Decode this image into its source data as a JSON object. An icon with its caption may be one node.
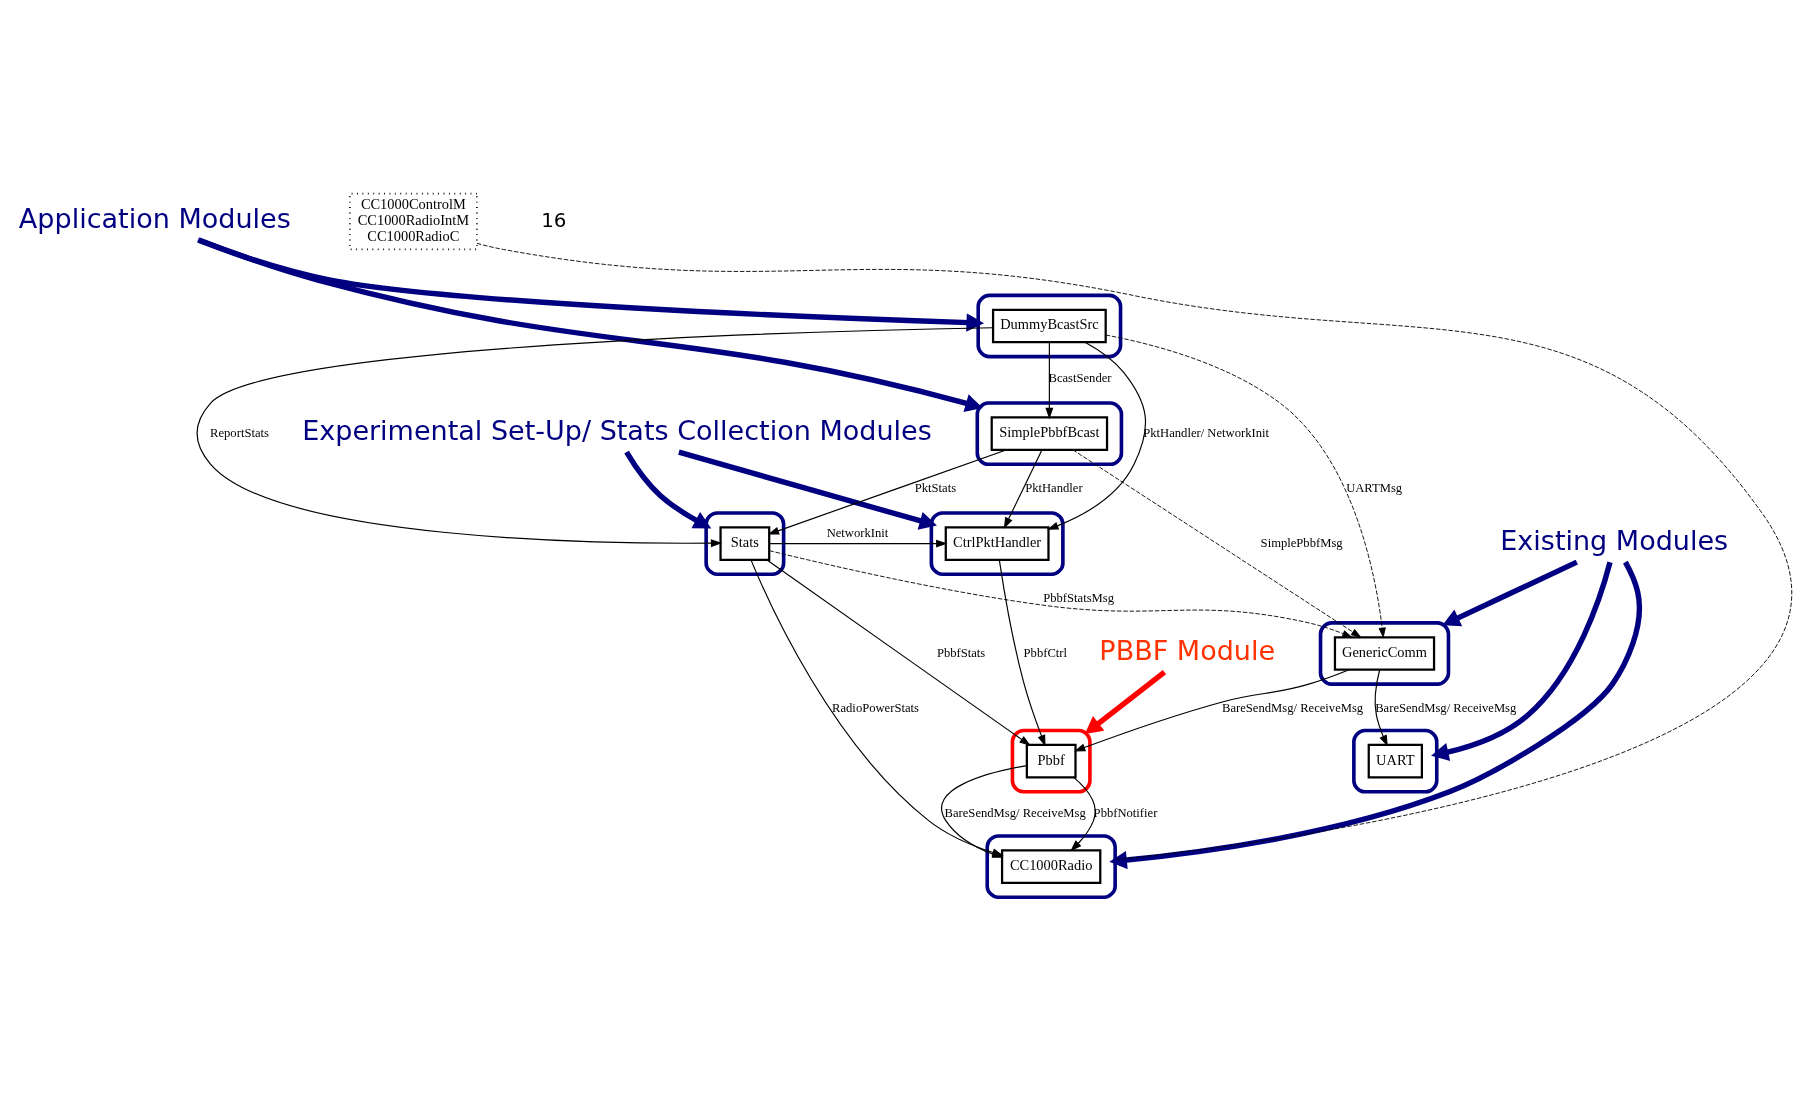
{
  "diagram": {
    "nodes": [
      {
        "text": [
          "Application Modules"
        ]
      },
      {
        "text": [
          "Experimental Set-Up/ Stats Collection Modules"
        ]
      },
      {
        "text": [
          "Existing Modules"
        ]
      },
      {
        "text": [
          "PBBF Module"
        ]
      },
      {
        "text": [],
        "shape": "ellipse"
      },
      {
        "text": [
          "DummyBcastSrc"
        ],
        "in": 4
      },
      {
        "text": [],
        "shape": "ellipse"
      },
      {
        "text": [
          "SimplePbbfBcast"
        ],
        "in": 6
      },
      {
        "text": [],
        "shape": "ellipse"
      },
      {
        "text": [
          "CtrlPktHandler"
        ],
        "in": 8
      },
      {
        "text": [],
        "shape": "ellipse"
      },
      {
        "text": [
          "Stats"
        ],
        "in": 10
      },
      {
        "text": [],
        "shape": "ellipse"
      },
      {
        "text": [
          "GenericComm"
        ],
        "in": 12
      },
      {
        "text": [],
        "shape": "ellipse"
      },
      {
        "text": [
          "UART"
        ],
        "in": 14
      },
      {
        "text": [],
        "shape": "ellipse"
      },
      {
        "text": [
          "Pbbf"
        ],
        "in": 16
      },
      {
        "text": [],
        "shape": "ellipse"
      },
      {
        "text": [
          "CC1000Radio"
        ],
        "in": 18
      },
      {
        "text": [
          "CC1000ControlM",
          "CC1000RadioIntM",
          "CC1000RadioC"
        ]
      }
    ],
    "edges": [
      {
        "from": 0,
        "to": 4,
        "arrow": "to",
        "style": "thick",
        "color": "#000080"
      },
      {
        "from": 0,
        "to": 6,
        "arrow": "to",
        "style": "thick",
        "color": "#000080"
      },
      {
        "from": 1,
        "to": 8,
        "arrow": "to",
        "style": "thick",
        "color": "#000080"
      },
      {
        "from": 1,
        "to": 10,
        "arrow": "to",
        "style": "thick",
        "color": "#000080"
      },
      {
        "from": 2,
        "to": 12,
        "arrow": "to",
        "style": "thick",
        "color": "#000080"
      },
      {
        "from": 2,
        "to": 14,
        "arrow": "to",
        "style": "thick",
        "color": "#000080"
      },
      {
        "from": 2,
        "to": 18,
        "arrow": "to",
        "style": "thick",
        "color": "#000080"
      },
      {
        "from": 3,
        "to": 16,
        "arrow": "to",
        "style": "thick",
        "color": "#ff0000"
      },
      {
        "from": 5,
        "to": 11,
        "arrow": "to",
        "label": "ReportStats"
      },
      {
        "from": 5,
        "to": 9,
        "arrow": "to",
        "label": "PktHandler/ NetworkInit"
      },
      {
        "from": 5,
        "to": 7,
        "arrow": "to",
        "label": "BcastSender"
      },
      {
        "from": 7,
        "to": 11,
        "arrow": "to",
        "label": "PktStats"
      },
      {
        "from": 7,
        "to": 9,
        "arrow": "to",
        "label": "PktHandler"
      },
      {
        "from": 11,
        "to": 9,
        "arrow": "to",
        "label": "NetworkInit"
      },
      {
        "from": 5,
        "to": 13,
        "arrow": "to",
        "label": "UARTMsg",
        "style": "dashed"
      },
      {
        "from": 7,
        "to": 13,
        "arrow": "to",
        "label": "SimplePbbfMsg",
        "style": "dashed"
      },
      {
        "from": 11,
        "to": 13,
        "arrow": "to",
        "label": "PbbfStatsMsg",
        "style": "dashed"
      },
      {
        "from": 13,
        "to": 15,
        "arrow": "to",
        "label": "BareSendMsg/ ReceiveMsg"
      },
      {
        "from": 13,
        "to": 17,
        "arrow": "to",
        "label": "BareSendMsg/ ReceiveMsg"
      },
      {
        "from": 9,
        "to": 17,
        "arrow": "to",
        "label": "PbbfCtrl"
      },
      {
        "from": 11,
        "to": 17,
        "arrow": "to",
        "label": "PbbfStats"
      },
      {
        "from": 17,
        "to": 19,
        "arrow": "to",
        "label": "BareSendMsg/ ReceiveMsg"
      },
      {
        "from": 17,
        "to": 19,
        "arrow": "to",
        "label": "PbbfNotifier"
      },
      {
        "from": 11,
        "to": 19,
        "arrow": "to",
        "label": "RadioPowerStats"
      },
      {
        "from": 20,
        "to": 18,
        "arrow": "none",
        "style": "dashed"
      }
    ],
    "labels": [
      "16"
    ]
  }
}
